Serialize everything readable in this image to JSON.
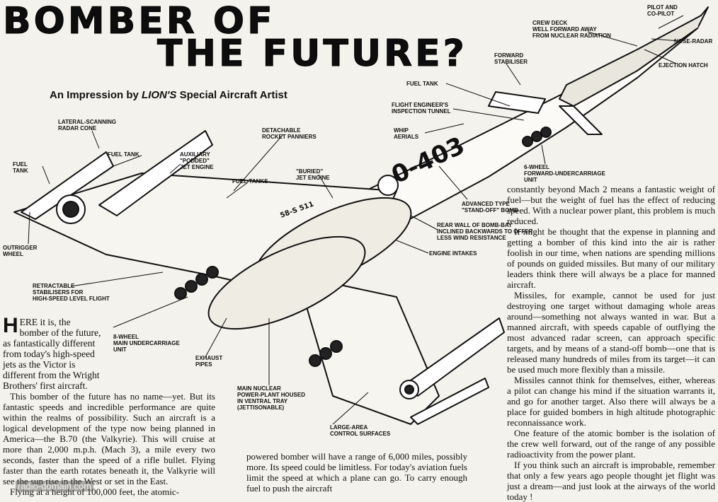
{
  "headline": {
    "line1": "BOMBER OF",
    "line2": "THE FUTURE?"
  },
  "subtitle": {
    "prefix": "An Impression by ",
    "brand": "LION'S",
    "suffix": " Special Aircraft Artist"
  },
  "aircraft_markings": {
    "fuselage_code": "0-403",
    "wing_code": "58-S 511"
  },
  "labels": {
    "pilot": "PILOT AND\nCO-PILOT",
    "crew_deck": "CREW DECK\nWELL FORWARD AWAY\nFROM NUCLEAR RADIATION",
    "nose_radar": "NOSE-RADAR",
    "ejection_hatch": "EJECTION HATCH",
    "forward_stabiliser": "FORWARD\nSTABILISER",
    "fuel_tank_top": "FUEL TANK",
    "flight_engineer": "FLIGHT ENGINEER'S\nINSPECTION TUNNEL",
    "whip_aerials": "WHIP\nAERIALS",
    "forward_undercarriage": "6-WHEEL\nFORWARD-UNDERCARRIAGE\nUNIT",
    "lateral_radar": "LATERAL-SCANNING\nRADAR CONE",
    "fuel_tank_pod": "FUEL TANK",
    "fuel_tank_left": "FUEL\nTANK",
    "auxiliary_engine": "AUXILIARY\n\"PODDED\"\nJET ENGINE",
    "rocket_panniers": "DETACHABLE\nROCKET PANNIERS",
    "buried_engine": "\"BURIED\"\nJET ENGINE",
    "fuel_tanks": "FUEL-TANKS",
    "standoff_bomb": "ADVANCED TYPE\n\"STAND-OFF\" BOMB",
    "rear_wall": "REAR WALL OF BOMB-BAY\nINCLINED BACKWARDS TO OFFER\nLESS WIND RESISTANCE",
    "engine_intakes": "ENGINE INTAKES",
    "outrigger_wheel": "OUTRIGGER\nWHEEL",
    "retractable_stabilisers": "RETRACTABLE\nSTABILISERS FOR\nHIGH-SPEED LEVEL FLIGHT",
    "main_undercarriage": "8-WHEEL\nMAIN UNDERCARRIAGE\nUNIT",
    "exhaust_pipes": "EXHAUST\nPIPES",
    "power_plant": "MAIN NUCLEAR\nPOWER-PLANT HOUSED\nIN VENTRAL TRAY\n(JETTISONABLE)",
    "control_surfaces": "LARGE-AREA\nCONTROL SURFACES"
  },
  "article": {
    "col1": {
      "dropcap": "H",
      "lead": "ERE it is, the bomber of the future, as fantastically different from today's high-speed jets as the Victor is different from the Wright Brothers' first aircraft.",
      "p2": "This bomber of the future has no name—yet. But its fantastic speeds and incredible performance are quite within the realms of possibility. Such an aircraft is a logical development of the type now being planned in America—the B.70 (the Valkyrie). This will cruise at more than 2,000 m.p.h. (Mach 3), a mile every two seconds, faster than the speed of a rifle bullet. Flying faster than the earth rotates beneath it, the Valkyrie will see the sun rise in the West or set in the East.",
      "p3": "Flying at a height of 100,000 feet, the atomic-"
    },
    "col2": {
      "p1": "powered bomber will have a range of 6,000 miles, possibly more. Its speed could be limitless. For today's aviation fuels limit the speed at which a plane can go. To carry enough fuel to push the aircraft"
    },
    "col3": {
      "p1": "constantly beyond Mach 2 means a fantastic weight of fuel—but the weight of fuel has the effect of reducing speed. With a nuclear power plant, this problem is much reduced.",
      "p2": "It might be thought that the expense in planning and getting a bomber of this kind into the air is rather foolish in our time, when nations are spending millions of pounds on guided missiles. But many of our military leaders think there will always be a place for manned aircraft.",
      "p3": "Missiles, for example, cannot be used for just destroying one target without damaging whole areas around—something not always wanted in war. But a manned aircraft, with speeds capable of outflying the most advanced radar screen, can approach specific targets, and by means of a stand-off bomb—one that is released many hundreds of miles from its target—it can be used much more flexibly than a missile.",
      "p4": "Missiles cannot think for themselves, either, whereas a pilot can change his mind if the situation warrants it, and go for another target. Also there will always be a place for guided bombers in high altitude photographic reconnaissance work.",
      "p5": "One feature of the atomic bomber is the isolation of the crew well forward, out of the range of any possible radioactivity from the power plant.",
      "p6": "If you think such an aircraft is improbable, remember that only a few years ago people thought jet flight was just a dream—and just look at the airways of the world today !"
    }
  },
  "watermark": "radio-domain.com"
}
